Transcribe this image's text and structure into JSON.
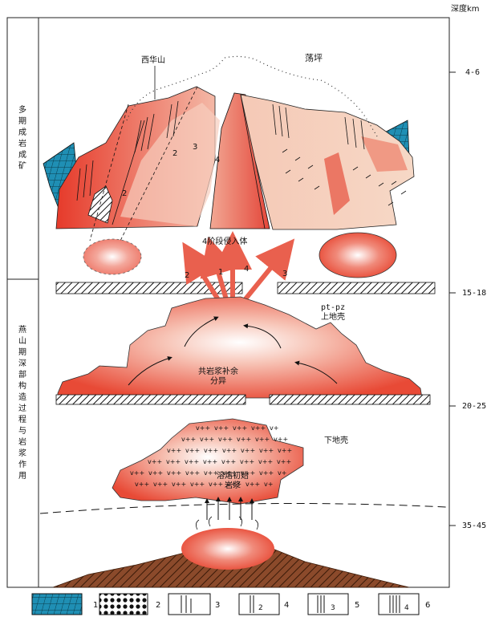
{
  "depth_axis": {
    "title": "深度km",
    "ticks": [
      "4-6",
      "15-18",
      "20-25",
      "35-45"
    ]
  },
  "stage_labels": {
    "upper": "多期成岩成矿",
    "lower": "燕山期深部构造过程与岩浆作用"
  },
  "place_labels": {
    "xihuashan": "西华山",
    "dangping": "荡坪"
  },
  "annotations": {
    "intrusion_stages": "4阶段侵入体",
    "crust_upper": "pt-pz\n上地壳",
    "magma_differentiation": "共岩浆补余\n分异",
    "lower_crust": "下地壳",
    "melting": "溶熔初始\n岩浆"
  },
  "arrow_labels": [
    "2",
    "1",
    "4",
    "3"
  ],
  "body_numbers": [
    "2",
    "3",
    "4",
    "2"
  ],
  "legend": {
    "items": [
      {
        "number": "1",
        "pattern": "blue-grid",
        "color": "#1f8fb4"
      },
      {
        "number": "2",
        "pattern": "dots"
      },
      {
        "number": "3",
        "pattern": "vertical-lines"
      },
      {
        "number": "4",
        "pattern": "lines-2"
      },
      {
        "number": "5",
        "pattern": "lines-3"
      },
      {
        "number": "6",
        "pattern": "lines-4"
      }
    ],
    "inner": [
      "2",
      "3",
      "4"
    ]
  },
  "colors": {
    "magma_red": "#e84a36",
    "magma_light": "#f6c6b6",
    "hatch_brown": "#8b4a2b",
    "grid_blue": "#1f8fb4"
  }
}
